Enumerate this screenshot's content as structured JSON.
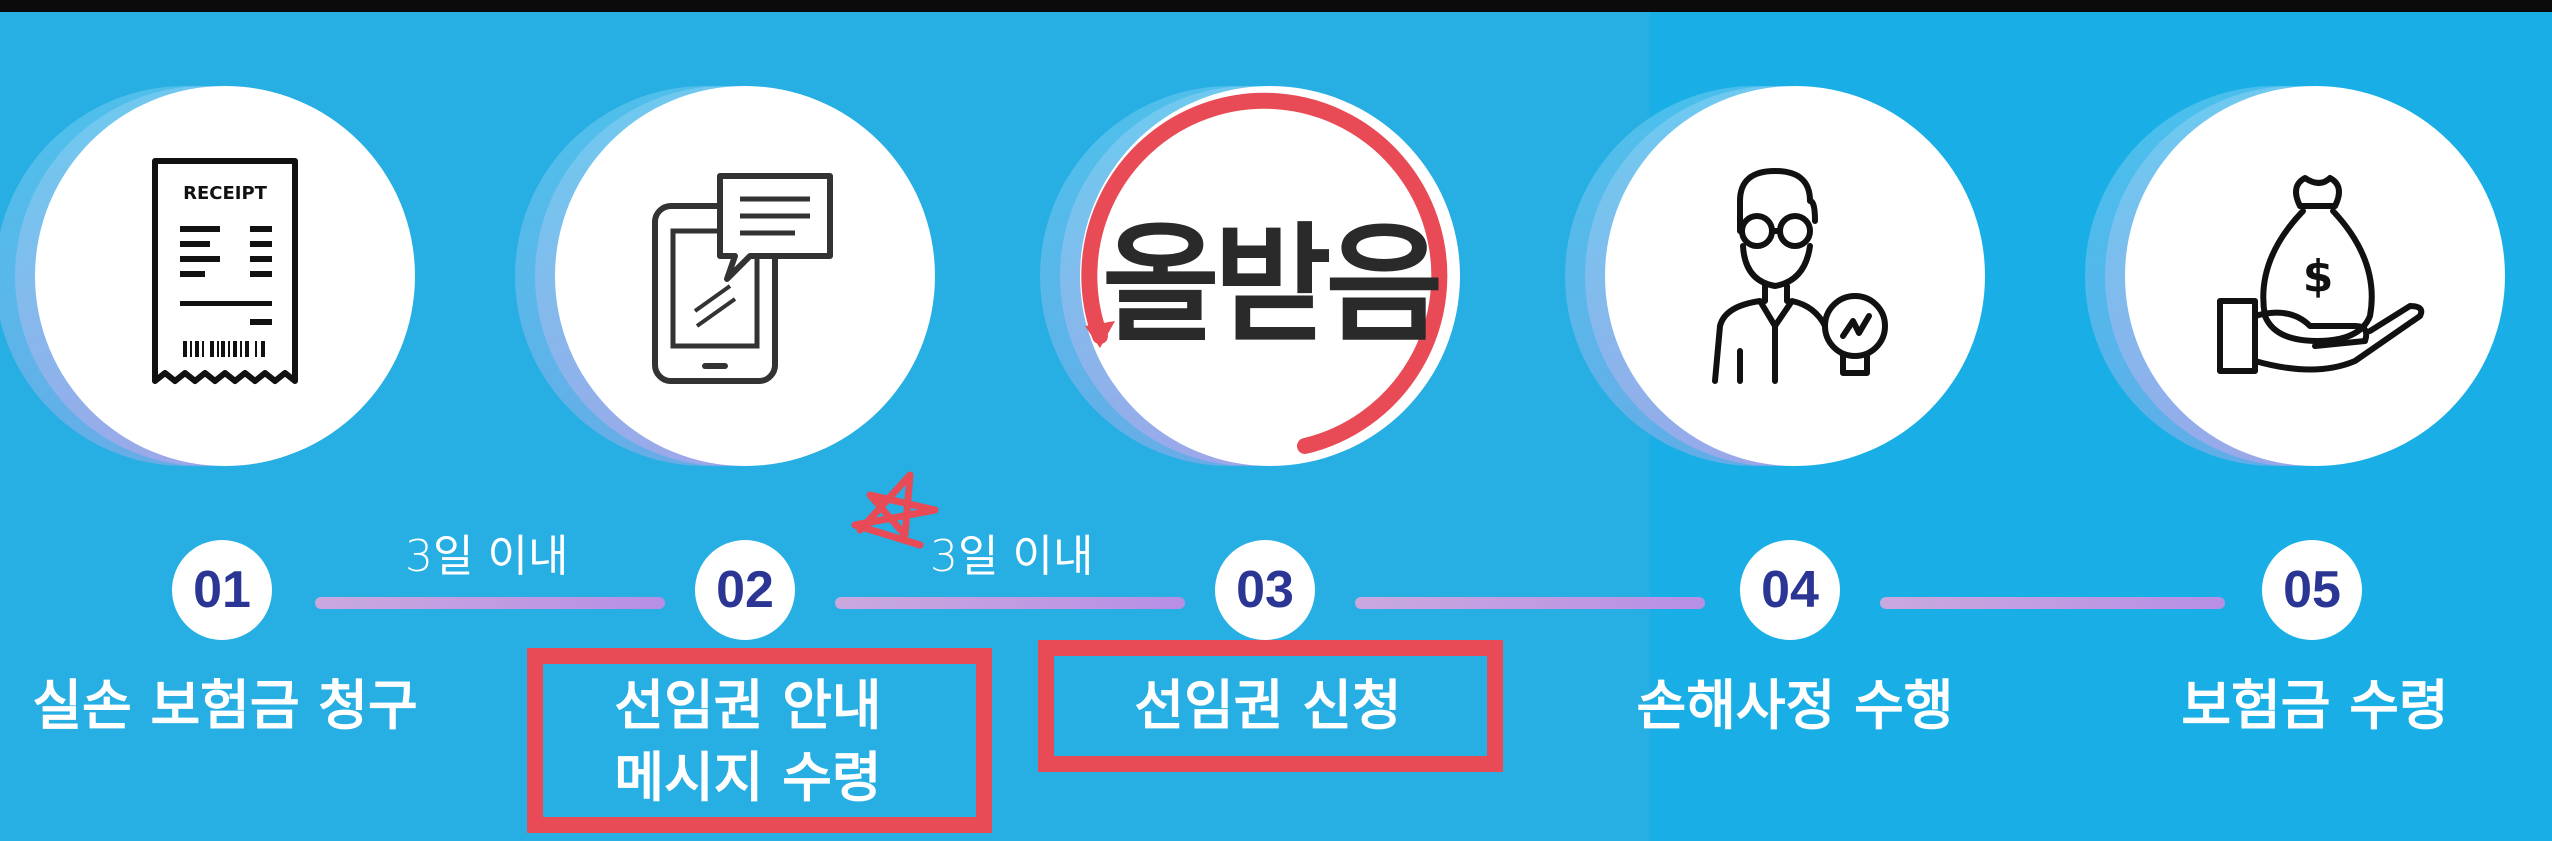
{
  "steps": [
    {
      "number": "01",
      "label_lines": [
        "실손 보험금 청구"
      ],
      "icon": "receipt-icon",
      "icon_text": "RECEIPT"
    },
    {
      "number": "02",
      "label_lines": [
        "선임권 안내",
        "메시지 수령"
      ],
      "icon": "phone-message-icon"
    },
    {
      "number": "03",
      "label_lines": [
        "선임권 신청"
      ],
      "icon": "brand-logo",
      "brand_text": "올받음"
    },
    {
      "number": "04",
      "label_lines": [
        "손해사정 수행"
      ],
      "icon": "adjuster-idea-icon"
    },
    {
      "number": "05",
      "label_lines": [
        "보험금 수령"
      ],
      "icon": "money-bag-hand-icon"
    }
  ],
  "connectors": [
    {
      "from": "01",
      "to": "02",
      "label": "3일 이내"
    },
    {
      "from": "02",
      "to": "03",
      "label": "3일 이내"
    },
    {
      "from": "03",
      "to": "04",
      "label": ""
    },
    {
      "from": "04",
      "to": "05",
      "label": ""
    }
  ],
  "highlights": [
    "02",
    "03"
  ],
  "colors": {
    "background": "#27aee3",
    "circle": "#ffffff",
    "number_text": "#2a3594",
    "connector": "#c9a9de",
    "highlight": "#e84b55",
    "label_text": "#ffffff"
  }
}
